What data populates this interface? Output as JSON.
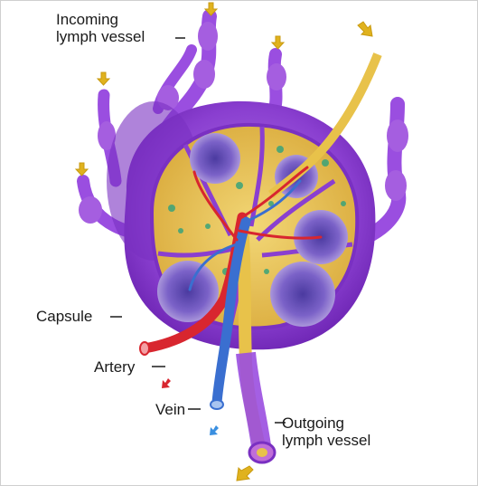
{
  "labels": {
    "incoming_line1": "Incoming",
    "incoming_line2": "lymph vessel",
    "capsule": "Capsule",
    "artery": "Artery",
    "vein": "Vein",
    "outgoing_line1": "Outgoing",
    "outgoing_line2": "lymph vessel"
  },
  "colors": {
    "capsule": "#8a3fd0",
    "capsule_light": "#a55ee0",
    "vessel": "#9a4ee0",
    "cortex": "#e8c24a",
    "nodule": "#6a4fb8",
    "artery": "#d8262f",
    "vein": "#3a6fd0",
    "flow_arrow": "#e0b21e"
  }
}
